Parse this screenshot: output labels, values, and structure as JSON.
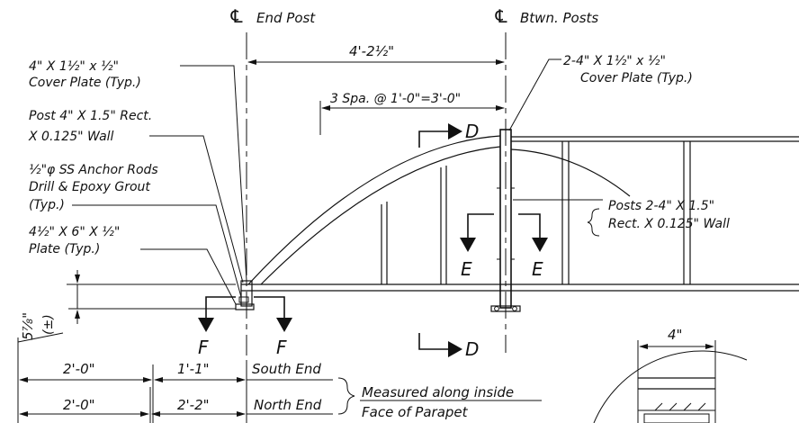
{
  "header": {
    "end_post": "End Post",
    "btwn_posts": "Btwn. Posts",
    "centerline_symbol": "℄"
  },
  "dims": {
    "top_span": "4'-2½\"",
    "spacing": "3 Spa. @ 1'-0\"=3'-0\"",
    "south_left": "2'-0\"",
    "south_mid": "1'-1\"",
    "south_end": "South End",
    "north_left": "2'-0\"",
    "north_mid": "2'-2\"",
    "north_end": "North End",
    "measured_1": "Measured along inside",
    "measured_2": "Face of Parapet",
    "height_5_7_8": "5⅞\"",
    "plus_minus": "(±)",
    "detail_4in": "4\""
  },
  "notes": {
    "cover_plate_1": "4\" X 1½\" x ½\"",
    "cover_plate_2": "Cover Plate (Typ.)",
    "post_1": "Post 4\" X 1.5\" Rect.",
    "post_2": "X 0.125\" Wall",
    "anchor_1": "½\"φ SS Anchor Rods",
    "anchor_2": "Drill & Epoxy Grout",
    "anchor_3": "(Typ.)",
    "plate_1": "4½\" X 6\" X ½\"",
    "plate_2": "Plate (Typ.)",
    "right_cover_1": "2-4\" X 1½\" x ½\"",
    "right_cover_2": "Cover Plate (Typ.)",
    "posts_1": "Posts 2-4\" X 1.5\"",
    "posts_2": "Rect. X 0.125\" Wall"
  },
  "section_marks": {
    "d": "D",
    "e": "E",
    "f": "F"
  }
}
